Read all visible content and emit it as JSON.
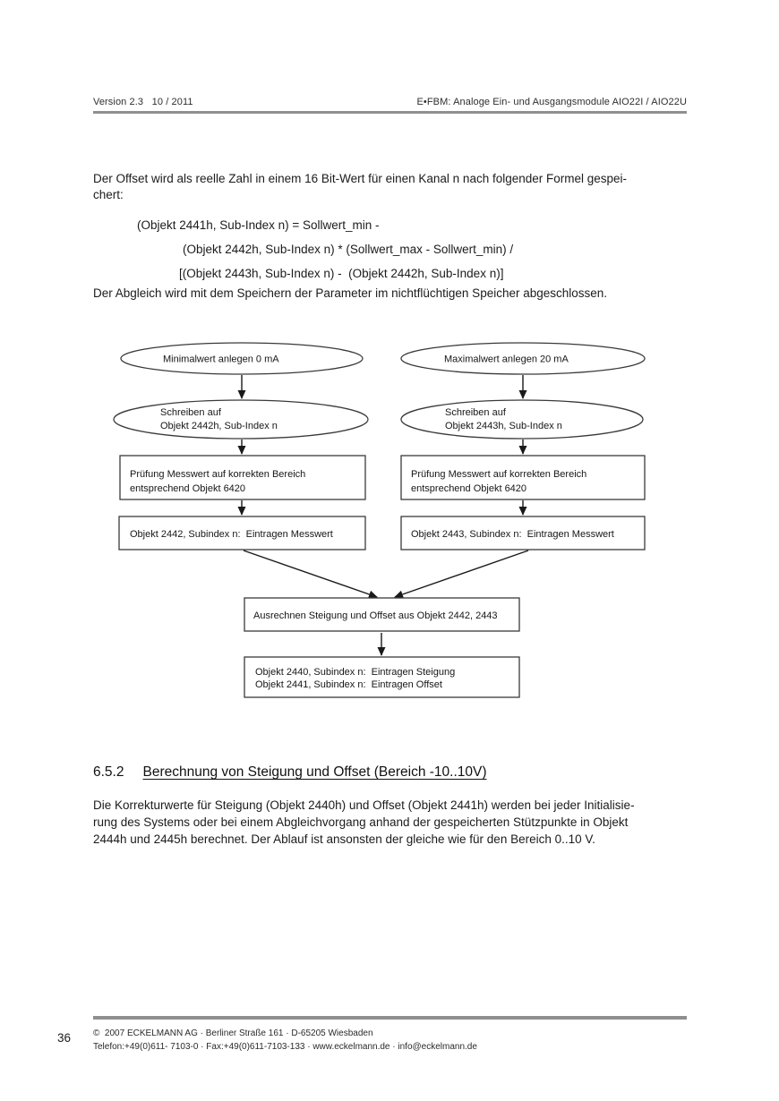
{
  "header": {
    "left": "Version 2.3   10 / 2011",
    "right": "E•FBM: Analoge Ein- und Ausgangsmodule AIO22I / AIO22U"
  },
  "intro": {
    "line1": "Der Offset wird als reelle Zahl in einem 16 Bit-Wert für einen Kanal n nach folgender Formel gespei-",
    "line2": "chert:",
    "formula1": "(Objekt 2441h, Sub-Index n) = Sollwert_min -",
    "formula2": "(Objekt 2442h, Sub-Index n) * (Sollwert_max - Sollwert_min) /",
    "formula3": "[(Objekt 2443h, Sub-Index n) -  (Objekt 2442h, Sub-Index n)]",
    "closing": "Der Abgleich wird mit dem Speichern der Parameter im nichtflüchtigen Speicher abgeschlossen."
  },
  "flowchart": {
    "left": {
      "start": "Minimalwert anlegen 0 mA",
      "write_line1": "Schreiben auf",
      "write_line2": "Objekt 2442h, Sub-Index n",
      "check_line1": "Prüfung Messwert auf korrekten Bereich",
      "check_line2": "entsprechend Objekt 6420",
      "store": "Objekt 2442, Subindex n:  Eintragen Messwert"
    },
    "right": {
      "start": "Maximalwert anlegen 20 mA",
      "write_line1": "Schreiben auf",
      "write_line2": "Objekt 2443h, Sub-Index n",
      "check_line1": "Prüfung Messwert auf korrekten Bereich",
      "check_line2": "entsprechend Objekt 6420",
      "store": "Objekt 2443, Subindex n:  Eintragen Messwert"
    },
    "merge": "Ausrechnen Steigung und Offset aus Objekt 2442, 2443",
    "result_line1": "Objekt 2440, Subindex n:  Eintragen Steigung",
    "result_line2": "Objekt 2441, Subindex n:  Eintragen Offset"
  },
  "section": {
    "number": "6.5.2",
    "title": "Berechnung von Steigung und Offset (Bereich -10..10V)",
    "para_line1": "Die Korrekturwerte für Steigung (Objekt 2440h) und Offset (Objekt 2441h) werden bei jeder Initialisie-",
    "para_line2": "rung des Systems oder bei einem Abgleichvorgang anhand der gespeicherten Stützpunkte in Objekt",
    "para_line3": "2444h und 2445h berechnet. Der Ablauf ist ansonsten der gleiche wie für den Bereich 0..10 V."
  },
  "footer": {
    "page_number": "36",
    "line1": "©  2007 ECKELMANN AG · Berliner Straße 161 · D-65205 Wiesbaden",
    "line2": "Telefon:+49(0)611- 7103-0 · Fax:+49(0)611-7103-133 · www.eckelmann.de · info@eckelmann.de"
  },
  "colors": {
    "rule_gray": "#8f8f8f",
    "text_black": "#1b1b1b"
  }
}
